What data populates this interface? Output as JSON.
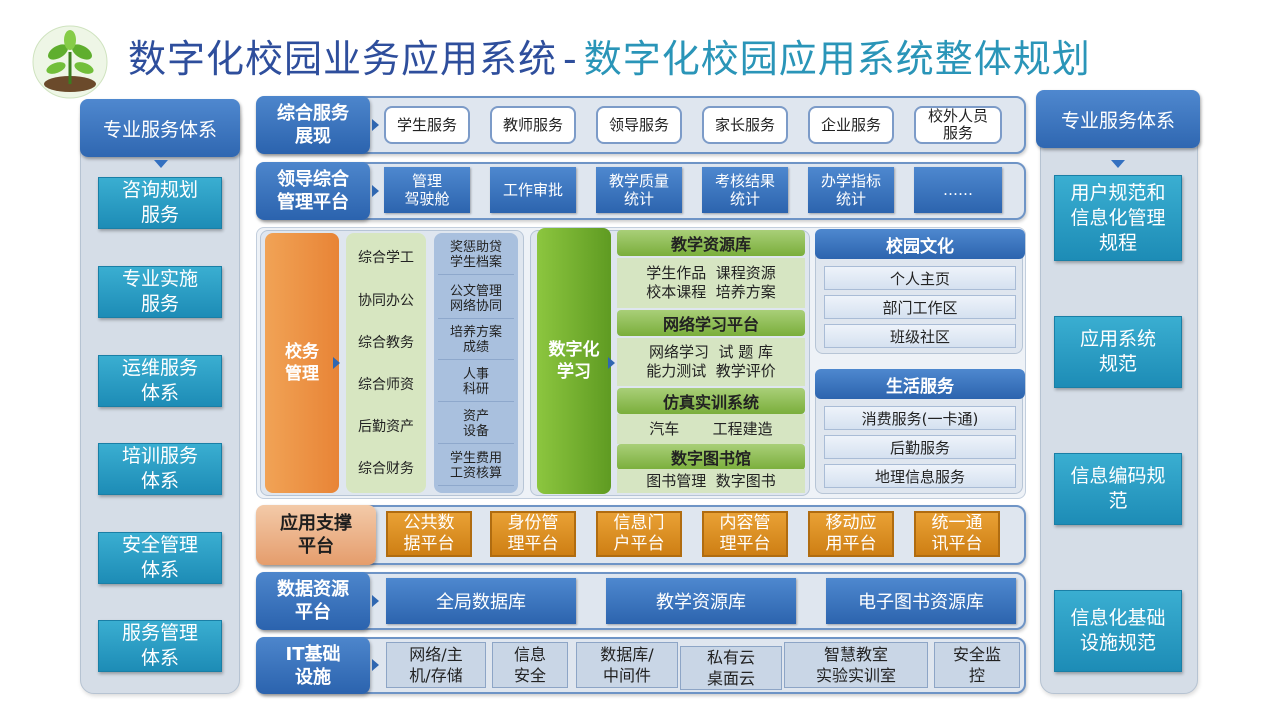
{
  "title": {
    "main": "数字化校园业务应用系统",
    "separator": "-",
    "sub": "数字化校园应用系统整体规划"
  },
  "left": {
    "header": "专业服务体系",
    "items": [
      [
        "咨询规划",
        "服务"
      ],
      [
        "专业实施",
        "服务"
      ],
      [
        "运维服务",
        "体系"
      ],
      [
        "培训服务",
        "体系"
      ],
      [
        "安全管理",
        "体系"
      ],
      [
        "服务管理",
        "体系"
      ]
    ]
  },
  "right": {
    "header": "专业服务体系",
    "items": [
      [
        "用户规范和",
        "信息化管理",
        "规程"
      ],
      [
        "应用系统",
        "规范"
      ],
      [
        "信息编码规",
        "范"
      ],
      [
        "信息化基础",
        "设施规范"
      ]
    ]
  },
  "row1": {
    "label": [
      "综合服务",
      "展现"
    ],
    "items": [
      [
        "学生服务"
      ],
      [
        "教师服务"
      ],
      [
        "领导服务"
      ],
      [
        "家长服务"
      ],
      [
        "企业服务"
      ],
      [
        "校外人员",
        "服务"
      ]
    ]
  },
  "row2": {
    "label": [
      "领导综合",
      "管理平台"
    ],
    "items": [
      [
        "管理",
        "驾驶舱"
      ],
      [
        "工作审批"
      ],
      [
        "教学质量",
        "统计"
      ],
      [
        "考核结果",
        "统计"
      ],
      [
        "办学指标",
        "统计"
      ],
      [
        "……"
      ]
    ]
  },
  "affairs": {
    "label": [
      "校务",
      "管理"
    ],
    "list": [
      "综合学工",
      "协同办公",
      "综合教务",
      "综合师资",
      "后勤资产",
      "综合财务"
    ],
    "details": [
      [
        "奖惩助贷",
        "学生档案"
      ],
      [
        "公文管理",
        "网络协同"
      ],
      [
        "培养方案",
        "成绩"
      ],
      [
        "人事",
        "科研"
      ],
      [
        "资产",
        "设备"
      ],
      [
        "学生费用",
        "工资核算"
      ]
    ]
  },
  "digital": {
    "label": [
      "数字化",
      "学习"
    ],
    "sections": [
      {
        "title": "教学资源库",
        "lines": [
          "学生作品  课程资源",
          "校本课程  培养方案"
        ]
      },
      {
        "title": "网络学习平台",
        "lines": [
          "网络学习  试 题 库",
          "能力测试  教学评价"
        ]
      },
      {
        "title": "仿真实训系统",
        "lines": [
          "汽车       工程建造"
        ]
      },
      {
        "title": "数字图书馆",
        "lines": [
          "图书管理  数字图书"
        ]
      }
    ]
  },
  "culture": {
    "title": "校园文化",
    "items": [
      "个人主页",
      "部门工作区",
      "班级社区"
    ]
  },
  "life": {
    "title": "生活服务",
    "items": [
      "消费服务(一卡通)",
      "后勤服务",
      "地理信息服务"
    ]
  },
  "support": {
    "label": [
      "应用支撑",
      "平台"
    ],
    "items": [
      [
        "公共数",
        "据平台"
      ],
      [
        "身份管",
        "理平台"
      ],
      [
        "信息门",
        "户平台"
      ],
      [
        "内容管",
        "理平台"
      ],
      [
        "移动应",
        "用平台"
      ],
      [
        "统一通",
        "讯平台"
      ]
    ]
  },
  "data_res": {
    "label": [
      "数据资源",
      "平台"
    ],
    "items": [
      "全局数据库",
      "教学资源库",
      "电子图书资源库"
    ]
  },
  "infra": {
    "label": [
      "IT基础",
      "设施"
    ],
    "items": [
      [
        "网络/主",
        "机/存储"
      ],
      [
        "信息",
        "安全"
      ],
      [
        "数据库/",
        "中间件"
      ],
      [
        "私有云",
        "桌面云"
      ],
      [
        "智慧教室",
        "实验实训室"
      ],
      [
        "安全监",
        "控"
      ]
    ]
  },
  "colors": {
    "title_main": "#2e4e9c",
    "title_sub": "#2a95b8",
    "accent_blue": "#2f67b1",
    "teal": "#1d8cb6",
    "orange": "#e88436",
    "green": "#6aa52a"
  }
}
